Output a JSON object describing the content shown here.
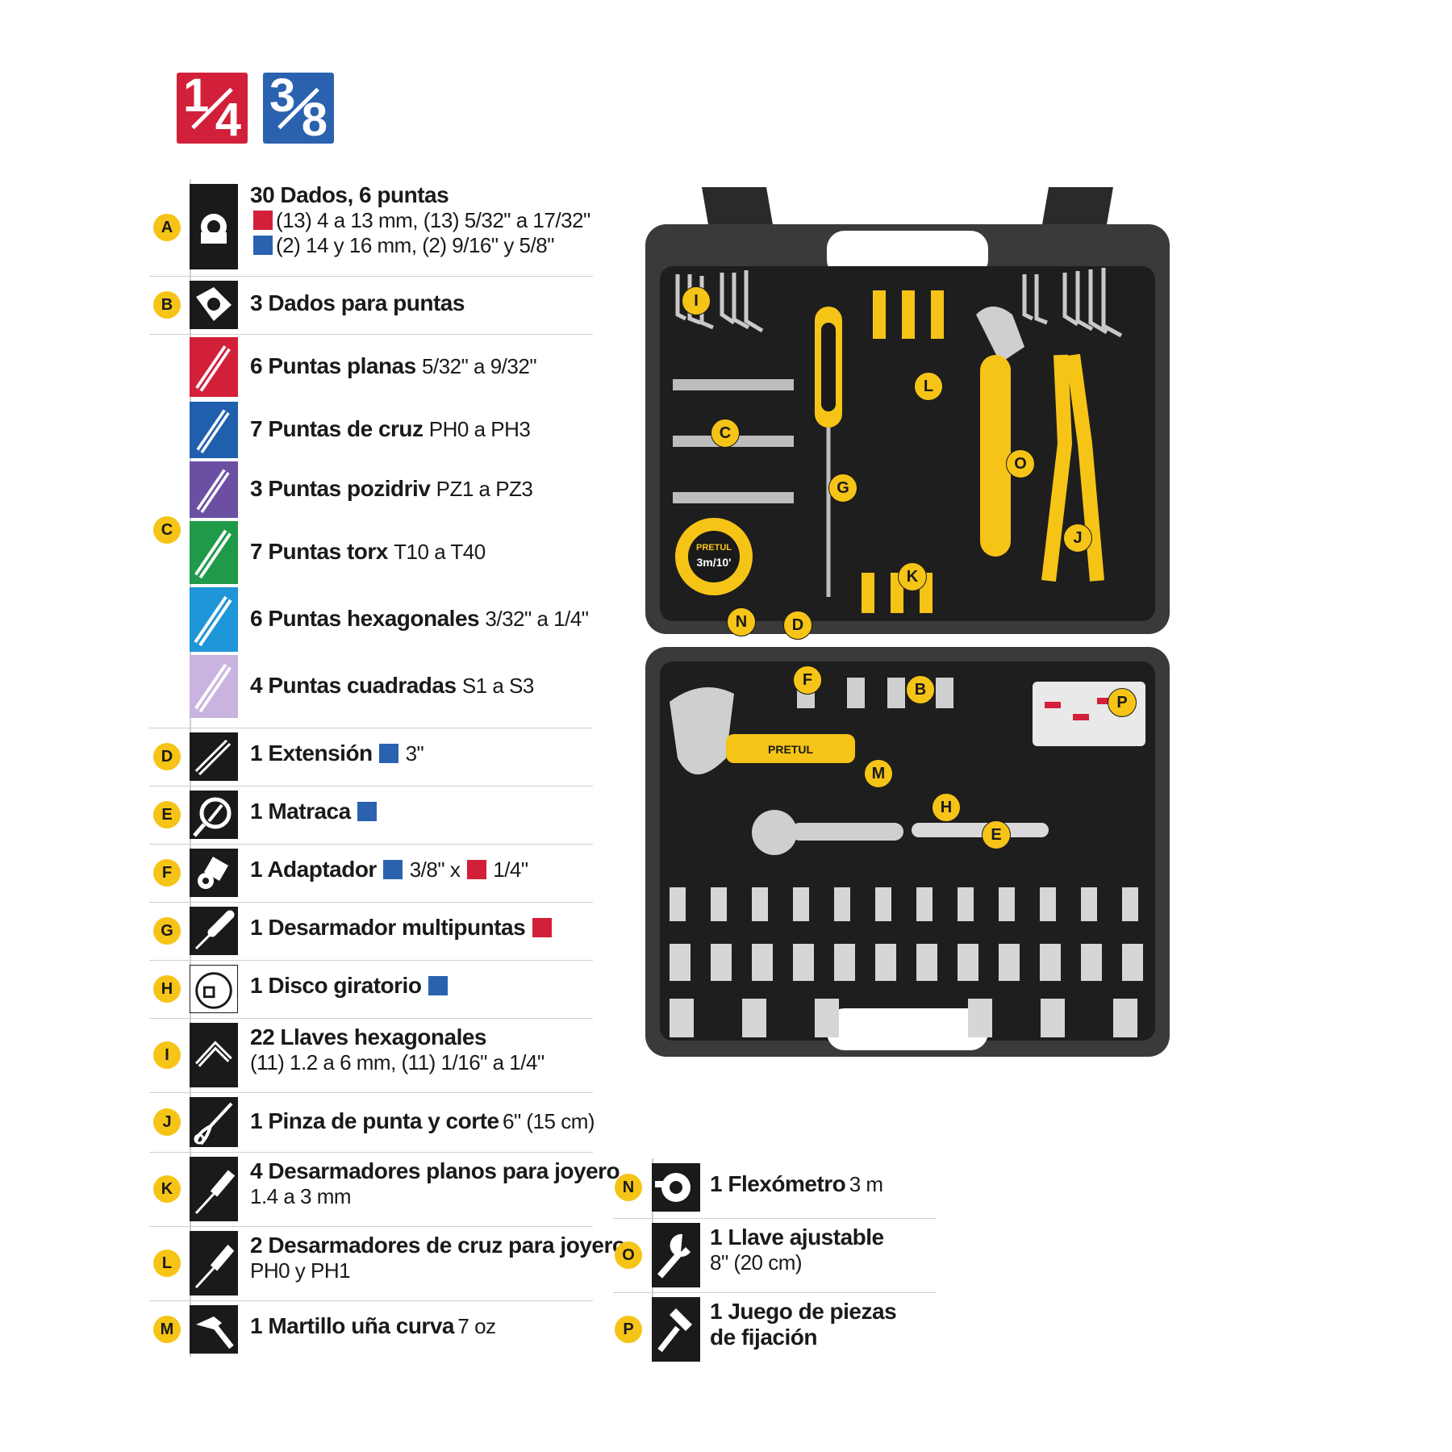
{
  "drives": {
    "quarter": {
      "num": "1",
      "den": "4",
      "color": "#d2203a"
    },
    "eighth": {
      "num": "3",
      "den": "8",
      "color": "#2a62b0"
    }
  },
  "items": {
    "A": {
      "letter": "A",
      "title": "30 Dados, 6 puntas",
      "line1": "(13) 4 a 13 mm, (13) 5/32\" a 17/32\"",
      "line2": "(2) 14 y 16 mm, (2) 9/16\" y 5/8\""
    },
    "B": {
      "letter": "B",
      "title": "3 Dados para puntas"
    },
    "C": {
      "letter": "C",
      "bits": [
        {
          "title": "6 Puntas planas",
          "spec": "5/32\" a 9/32\"",
          "color": "#d2203a"
        },
        {
          "title": "7 Puntas de cruz",
          "spec": "PH0 a PH3",
          "color": "#1f5fae"
        },
        {
          "title": "3 Puntas pozidriv",
          "spec": "PZ1 a PZ3",
          "color": "#6a4fa3"
        },
        {
          "title": "7 Puntas torx",
          "spec": "T10 a T40",
          "color": "#1f9a48"
        },
        {
          "title": "6 Puntas hexagonales",
          "spec": "3/32\" a 1/4\"",
          "color": "#1f96d8"
        },
        {
          "title": "4 Puntas cuadradas",
          "spec": "S1 a S3",
          "color": "#c9b3e0"
        }
      ]
    },
    "D": {
      "letter": "D",
      "title": "1 Extensión",
      "spec": "3\""
    },
    "E": {
      "letter": "E",
      "title": "1 Matraca"
    },
    "F": {
      "letter": "F",
      "title": "1 Adaptador",
      "spec_a": "3/8\" x",
      "spec_b": "1/4\""
    },
    "G": {
      "letter": "G",
      "title": "1 Desarmador multipuntas"
    },
    "H": {
      "letter": "H",
      "title": "1 Disco giratorio"
    },
    "I": {
      "letter": "I",
      "title": "22 Llaves hexagonales",
      "line1": "(11) 1.2 a 6 mm, (11) 1/16\" a 1/4\""
    },
    "J": {
      "letter": "J",
      "title": "1 Pinza de punta y corte",
      "spec": "6\" (15 cm)"
    },
    "K": {
      "letter": "K",
      "title": "4 Desarmadores planos para joyero",
      "line1": "1.4 a 3 mm"
    },
    "L": {
      "letter": "L",
      "title": "2 Desarmadores de cruz para joyero",
      "line1": "PH0 y PH1"
    },
    "M": {
      "letter": "M",
      "title": "1 Martillo uña curva",
      "spec": "7 oz"
    },
    "N": {
      "letter": "N",
      "title": "1 Flexómetro",
      "spec": "3 m"
    },
    "O": {
      "letter": "O",
      "title": "1 Llave ajustable",
      "line1": "8\" (20 cm)"
    },
    "P": {
      "letter": "P",
      "title": "1 Juego de piezas",
      "line1": "de fijación"
    }
  },
  "case": {
    "brand": "PRETUL",
    "tape_label": "3m/10'",
    "tape_brand": "PRETUL",
    "callouts": [
      "I",
      "L",
      "C",
      "G",
      "O",
      "J",
      "K",
      "N",
      "D",
      "F",
      "B",
      "P",
      "M",
      "H",
      "E"
    ],
    "colors": {
      "case": "#3a3a3a",
      "tray": "#1e1e1e",
      "accent": "#f6c417"
    }
  }
}
